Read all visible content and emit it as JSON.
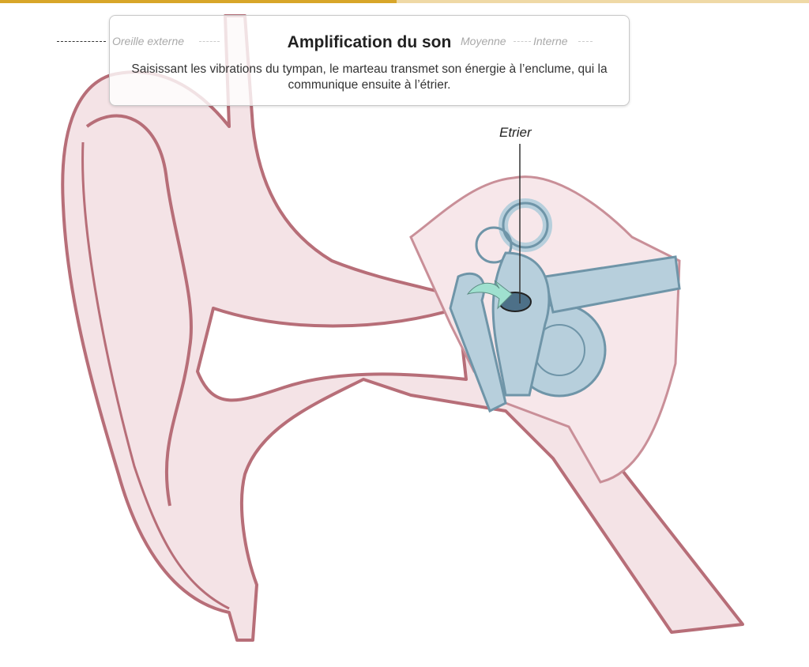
{
  "progress": {
    "fraction": 0.49,
    "fill_color": "#d8a62a",
    "track_color": "#efd9a6"
  },
  "section_nav": {
    "items": [
      {
        "label": "Oreille externe"
      },
      {
        "label": "Moyenne"
      },
      {
        "label": "Interne"
      }
    ]
  },
  "tooltip": {
    "title": "Amplification du son",
    "body": "Saisissant les vibrations du tympan, le marteau transmet son énergie à l’enclume, qui la communique ensuite à l’étrier."
  },
  "annotation": {
    "label": "Etrier"
  },
  "colors": {
    "skin": "#f2dde0",
    "skin_outline": "#b76e78",
    "inner_ear": "#b7cfdc",
    "inner_ear_outline": "#6f95a8",
    "arrow": "#9fe0cf"
  }
}
